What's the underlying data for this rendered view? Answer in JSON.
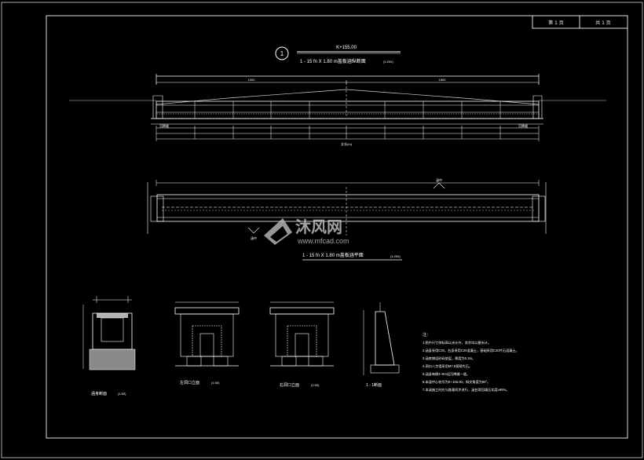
{
  "title_block": {
    "cell_1": "第 1 页",
    "cell_2": "共 1 页"
  },
  "section_marker": {
    "number": "1"
  },
  "elevation": {
    "station": "K+155.00",
    "caption": "1 - 15 fn X 1.80 m盖板涵纵断面",
    "scale": "(1:200)",
    "dims_top": [
      "1000",
      "1800"
    ],
    "segment_labels": [
      "沉降缝",
      "沉降缝"
    ],
    "bottom_note": "全长(m)"
  },
  "plan": {
    "caption": "1 - 15 fn X 1.80 m盖板涵平面",
    "scale": "(1:200)",
    "marker_top": "涵中",
    "marker_bottom": "涵中"
  },
  "details": [
    {
      "caption": "涵身断面",
      "scale": "(1:50)"
    },
    {
      "caption": "左洞口立面",
      "scale": "(1:50)"
    },
    {
      "caption": "右洞口立面",
      "scale": "(1:50)"
    },
    {
      "caption": "1 - 1断面",
      "scale": ""
    }
  ],
  "notes": {
    "heading": "注：",
    "items": [
      "1.图中尺寸除标高以米计外，其余均以厘米计。",
      "2.涵身采用C30，台身采用C25混凝土，基础采用C20片石混凝土。",
      "3.涵底铺设砂砾垫层，厚度为0.3m。",
      "4.洞口八字墙采用M7.5浆砌片石。",
      "5.涵身每隔4~6m设沉降缝一道。",
      "6.本涵中心桩号为K+155.00，斜交角度为90°。",
      "7.本涵施工时应与路基同步进行，涵台背回填压实度≥95%。"
    ]
  },
  "watermark": {
    "brand": "沐风网",
    "url": "www.mfcad.com"
  }
}
